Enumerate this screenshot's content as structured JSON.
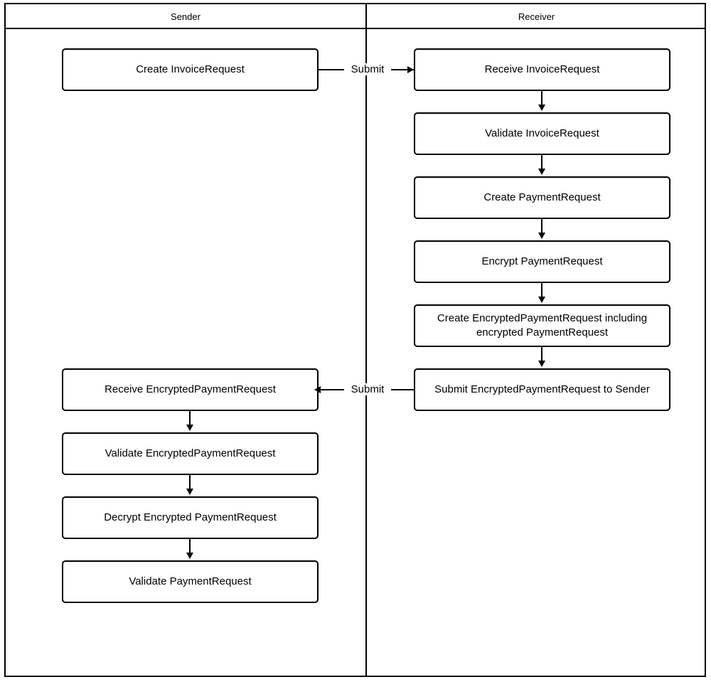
{
  "diagram": {
    "type": "swimlane-flowchart",
    "orientation": "vertical-flow",
    "lanes": [
      {
        "id": "sender",
        "label": "Sender"
      },
      {
        "id": "receiver",
        "label": "Receiver"
      }
    ],
    "nodes": [
      {
        "id": "n1",
        "lane": "sender",
        "label": "Create InvoiceRequest"
      },
      {
        "id": "n2",
        "lane": "receiver",
        "label": "Receive InvoiceRequest"
      },
      {
        "id": "n3",
        "lane": "receiver",
        "label": "Validate InvoiceRequest"
      },
      {
        "id": "n4",
        "lane": "receiver",
        "label": "Create PaymentRequest"
      },
      {
        "id": "n5",
        "lane": "receiver",
        "label": "Encrypt PaymentRequest"
      },
      {
        "id": "n6",
        "lane": "receiver",
        "label": "Create EncryptedPaymentRequest including encrypted PaymentRequest"
      },
      {
        "id": "n7",
        "lane": "receiver",
        "label": "Submit EncryptedPaymentRequest to Sender"
      },
      {
        "id": "n8",
        "lane": "sender",
        "label": "Receive EncryptedPaymentRequest"
      },
      {
        "id": "n9",
        "lane": "sender",
        "label": "Validate EncryptedPaymentRequest"
      },
      {
        "id": "n10",
        "lane": "sender",
        "label": "Decrypt Encrypted PaymentRequest"
      },
      {
        "id": "n11",
        "lane": "sender",
        "label": "Validate PaymentRequest"
      }
    ],
    "edges": [
      {
        "id": "e1",
        "from": "n1",
        "to": "n2",
        "label": "Submit",
        "direction": "right"
      },
      {
        "id": "e2",
        "from": "n2",
        "to": "n3",
        "label": "",
        "direction": "down"
      },
      {
        "id": "e3",
        "from": "n3",
        "to": "n4",
        "label": "",
        "direction": "down"
      },
      {
        "id": "e4",
        "from": "n4",
        "to": "n5",
        "label": "",
        "direction": "down"
      },
      {
        "id": "e5",
        "from": "n5",
        "to": "n6",
        "label": "",
        "direction": "down"
      },
      {
        "id": "e6",
        "from": "n6",
        "to": "n7",
        "label": "",
        "direction": "down"
      },
      {
        "id": "e7",
        "from": "n7",
        "to": "n8",
        "label": "Submit",
        "direction": "left"
      },
      {
        "id": "e8",
        "from": "n8",
        "to": "n9",
        "label": "",
        "direction": "down"
      },
      {
        "id": "e9",
        "from": "n9",
        "to": "n10",
        "label": "",
        "direction": "down"
      },
      {
        "id": "e10",
        "from": "n10",
        "to": "n11",
        "label": "",
        "direction": "down"
      }
    ],
    "colors": {
      "stroke": "#000000",
      "fill": "#ffffff",
      "text": "#000000"
    }
  }
}
